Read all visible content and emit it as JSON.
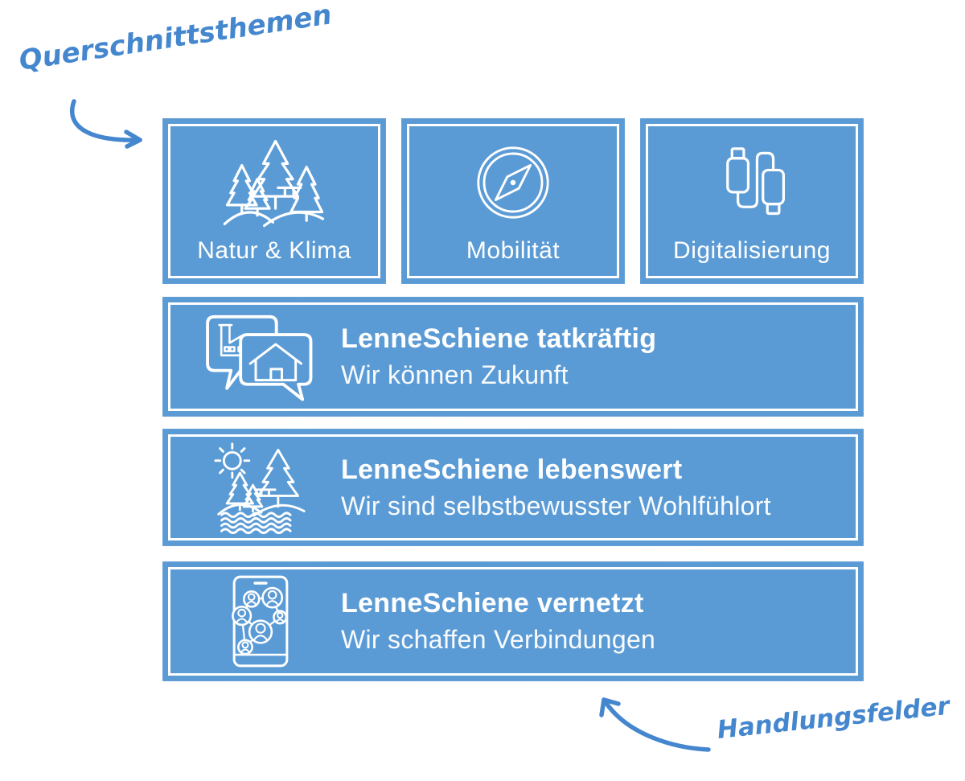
{
  "palette": {
    "box_blue": "#5B9BD5",
    "annotation_blue": "#4587CE",
    "text_white": "#FFFFFF"
  },
  "annotations": {
    "top": {
      "label": "Querschnittsthemen",
      "arrow": "curved-arrow-pointing-down-right"
    },
    "bottom": {
      "label": "Handlungsfelder",
      "arrow": "curved-arrow-pointing-up-left"
    }
  },
  "cross_topics": [
    {
      "label": "Natur & Klima",
      "icon": "pine-trees-hills-icon"
    },
    {
      "label": "Mobilität",
      "icon": "compass-icon"
    },
    {
      "label": "Digitalisierung",
      "icon": "usb-cable-icon"
    }
  ],
  "action_fields": [
    {
      "title": "LenneSchiene tatkräftig",
      "subtitle": "Wir können Zukunft",
      "icon": "factory-house-speech-bubbles-icon"
    },
    {
      "title": "LenneSchiene lebenswert",
      "subtitle": "Wir sind selbstbewusster Wohlfühlort",
      "icon": "sun-trees-lake-icon"
    },
    {
      "title": "LenneSchiene vernetzt",
      "subtitle": "Wir schaffen Verbindungen",
      "icon": "smartphone-people-network-icon"
    }
  ]
}
